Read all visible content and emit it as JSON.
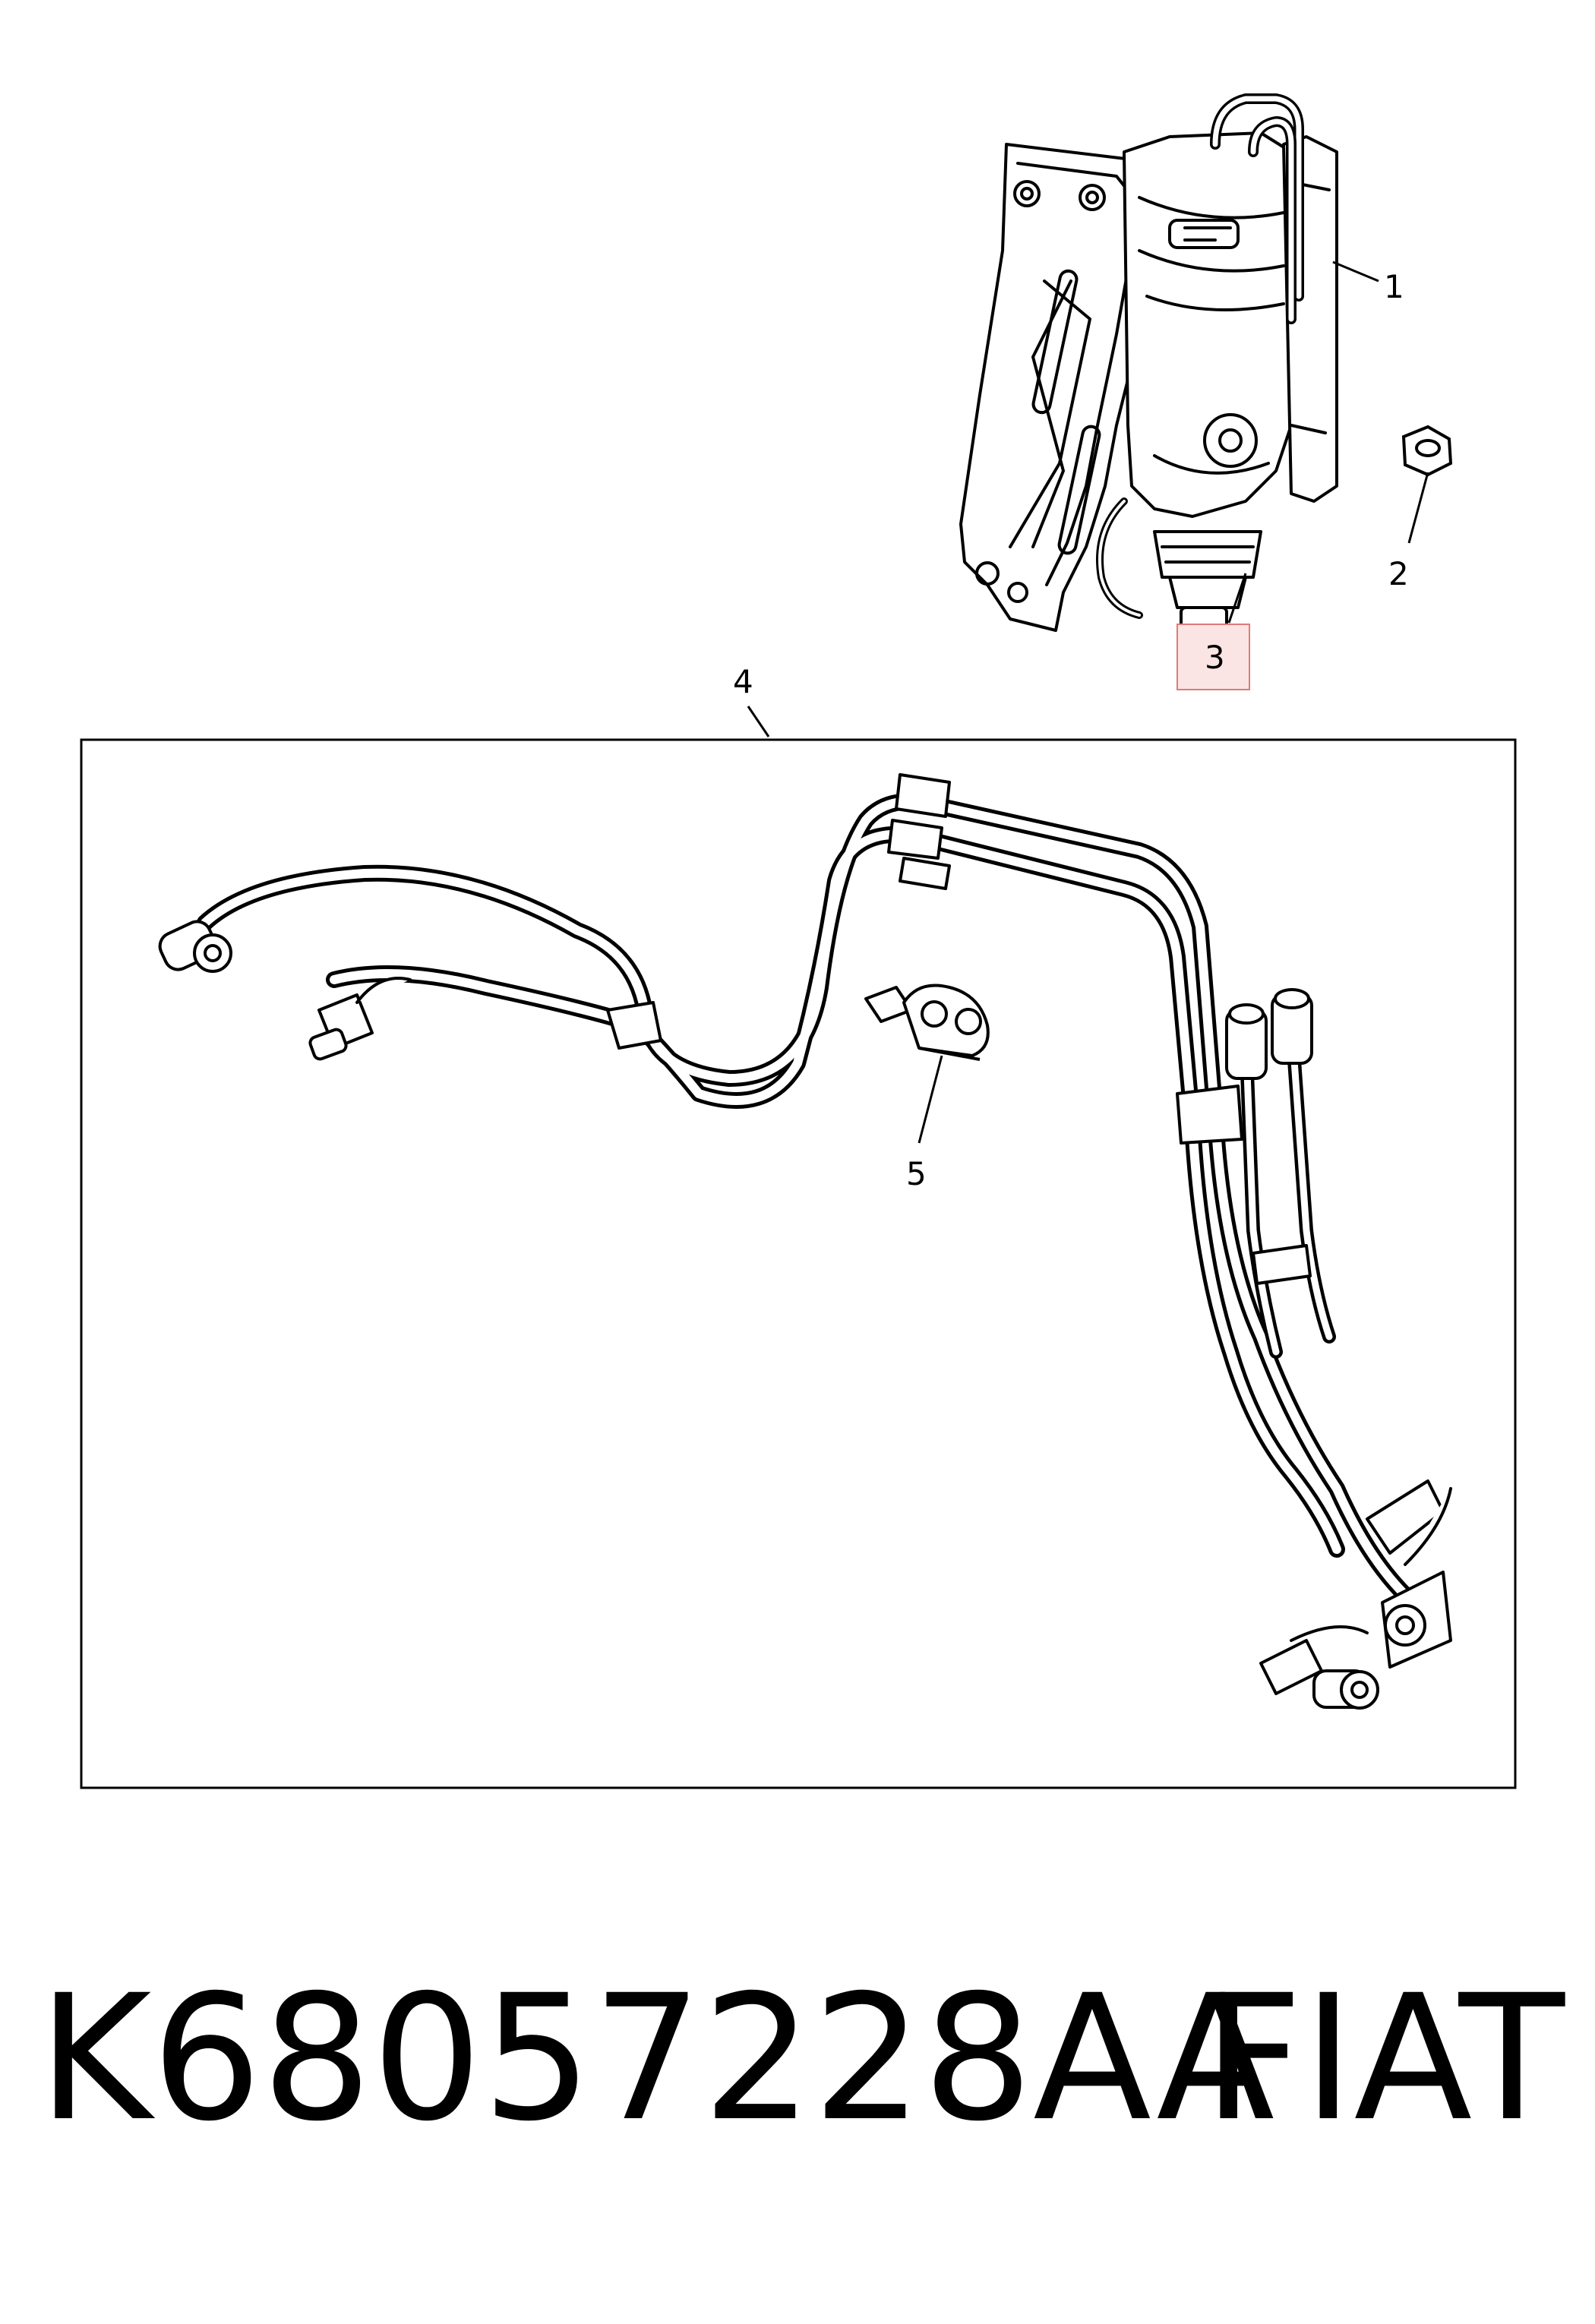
{
  "diagram": {
    "callouts": [
      {
        "id": "1",
        "label": "1"
      },
      {
        "id": "2",
        "label": "2"
      },
      {
        "id": "3",
        "label": "3",
        "highlighted": true
      },
      {
        "id": "4",
        "label": "4"
      },
      {
        "id": "5",
        "label": "5"
      }
    ],
    "highlight_color": "#e07a7a",
    "highlight_fill": "#fbe4e4",
    "line_color": "#000000"
  },
  "footer": {
    "part_number": "K68057228AA",
    "brand": "FIAT"
  }
}
